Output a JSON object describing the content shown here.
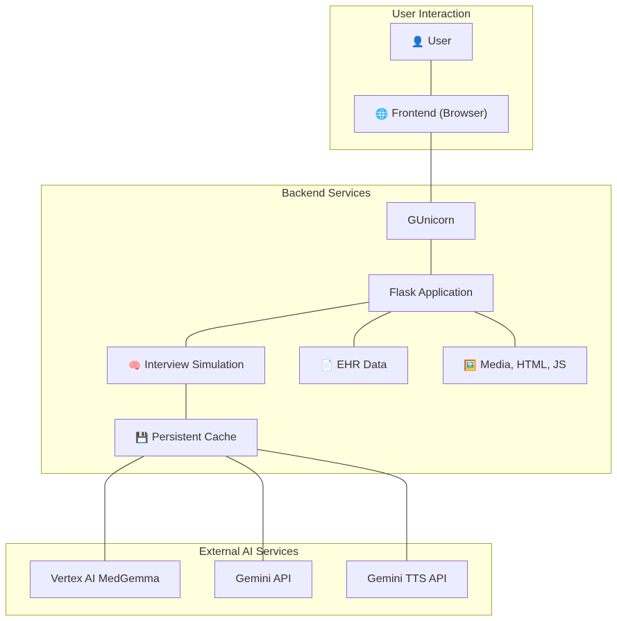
{
  "clusters": {
    "user_interaction": {
      "title": "User Interaction"
    },
    "backend_services": {
      "title": "Backend Services"
    },
    "external_ai": {
      "title": "External AI Services"
    }
  },
  "nodes": {
    "user": {
      "icon": "👤",
      "icon_name": "user-icon",
      "label": "User"
    },
    "frontend": {
      "icon": "🌐",
      "icon_name": "globe-icon",
      "label": "Frontend (Browser)"
    },
    "gunicorn": {
      "label": "GUnicorn"
    },
    "flask": {
      "label": "Flask Application"
    },
    "interview": {
      "icon": "🧠",
      "icon_name": "brain-icon",
      "label": "Interview Simulation"
    },
    "ehr": {
      "icon": "📄",
      "icon_name": "document-icon",
      "label": "EHR Data"
    },
    "media": {
      "icon": "🖼️",
      "icon_name": "picture-icon",
      "label": "Media, HTML, JS"
    },
    "cache": {
      "icon": "💾",
      "icon_name": "floppy-disk-icon",
      "label": "Persistent Cache"
    },
    "vertex": {
      "label": "Vertex AI MedGemma"
    },
    "gemini": {
      "label": "Gemini API"
    },
    "gemini_tts": {
      "label": "Gemini TTS API"
    }
  },
  "edges": [
    {
      "from": "user",
      "to": "frontend"
    },
    {
      "from": "frontend",
      "to": "gunicorn"
    },
    {
      "from": "gunicorn",
      "to": "flask"
    },
    {
      "from": "flask",
      "to": "interview"
    },
    {
      "from": "flask",
      "to": "ehr"
    },
    {
      "from": "flask",
      "to": "media"
    },
    {
      "from": "interview",
      "to": "cache"
    },
    {
      "from": "cache",
      "to": "vertex"
    },
    {
      "from": "cache",
      "to": "gemini"
    },
    {
      "from": "cache",
      "to": "gemini_tts"
    }
  ],
  "colors": {
    "cluster_fill": "#ffffde",
    "cluster_border": "#aaaa33",
    "node_fill": "#ececff",
    "node_border": "#9370db",
    "edge": "#333333"
  }
}
